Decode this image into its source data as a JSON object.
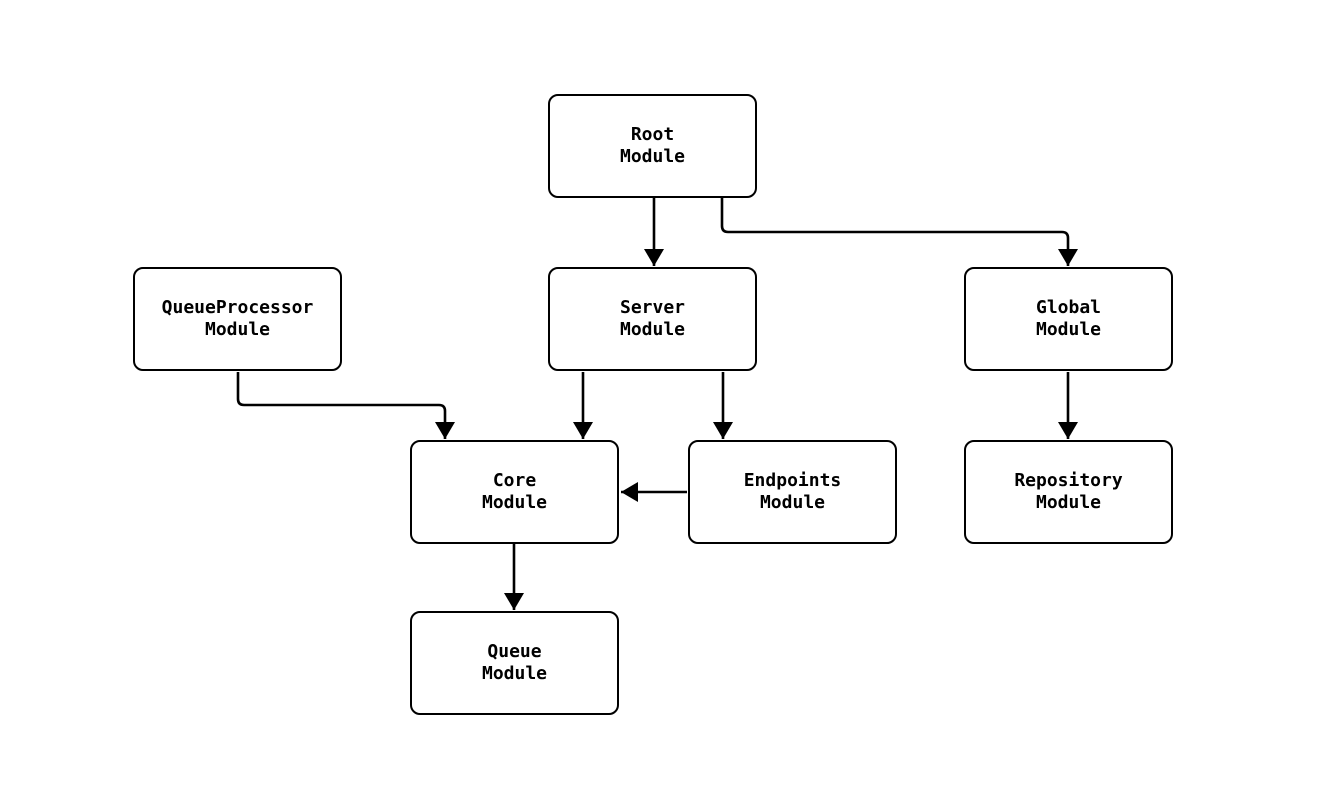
{
  "diagram": {
    "type": "flowchart",
    "direction": "top-down",
    "nodes": {
      "root": {
        "label": "Root\nModule"
      },
      "queueprocessor": {
        "label": "QueueProcessor\nModule"
      },
      "server": {
        "label": "Server\nModule"
      },
      "global": {
        "label": "Global\nModule"
      },
      "core": {
        "label": "Core\nModule"
      },
      "endpoints": {
        "label": "Endpoints\nModule"
      },
      "repository": {
        "label": "Repository\nModule"
      },
      "queue": {
        "label": "Queue\nModule"
      }
    },
    "edges": [
      {
        "from": "Root Module",
        "to": "Server Module"
      },
      {
        "from": "Root Module",
        "to": "Global Module"
      },
      {
        "from": "QueueProcessor Module",
        "to": "Core Module"
      },
      {
        "from": "Server Module",
        "to": "Core Module"
      },
      {
        "from": "Server Module",
        "to": "Endpoints Module"
      },
      {
        "from": "Endpoints Module",
        "to": "Core Module"
      },
      {
        "from": "Global Module",
        "to": "Repository Module"
      },
      {
        "from": "Core Module",
        "to": "Queue Module"
      }
    ],
    "colors": {
      "background": "#ffffff",
      "node_fill": "#ffffff",
      "node_border": "#000000",
      "edge": "#000000",
      "text": "#000000"
    }
  }
}
